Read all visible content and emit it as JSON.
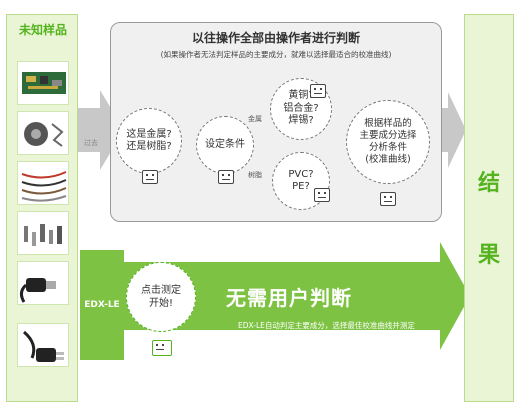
{
  "left": {
    "title": "未知样品"
  },
  "result": {
    "char1": "结",
    "char2": "果"
  },
  "traditional": {
    "title": "以往操作全部由操作者进行判断",
    "subtitle": "(如果操作者无法判定样品的主要成分，就难以选择最适合的校准曲线)",
    "past_label": "过去",
    "q1": "这是金属?\n还是树脂?",
    "q2": "设定条件",
    "metal_label": "金属",
    "resin_label": "树脂",
    "q_metal": "黄铜?\n铝合金?\n焊锡?",
    "q_resin": "PVC?\nPE?",
    "q_final": "根据样品的\n主要成分选择\n分析条件\n(校准曲线)"
  },
  "edx": {
    "label": "EDX-LE",
    "click_text": "点击测定\n开始!",
    "headline": "无需用户判断",
    "subline": "EDX-LE自动判定主要成分，选择最佳校准曲线并测定"
  },
  "colors": {
    "green": "#7dc242",
    "dark_green": "#55b320",
    "gray_arrow": "#c8c8c8"
  }
}
